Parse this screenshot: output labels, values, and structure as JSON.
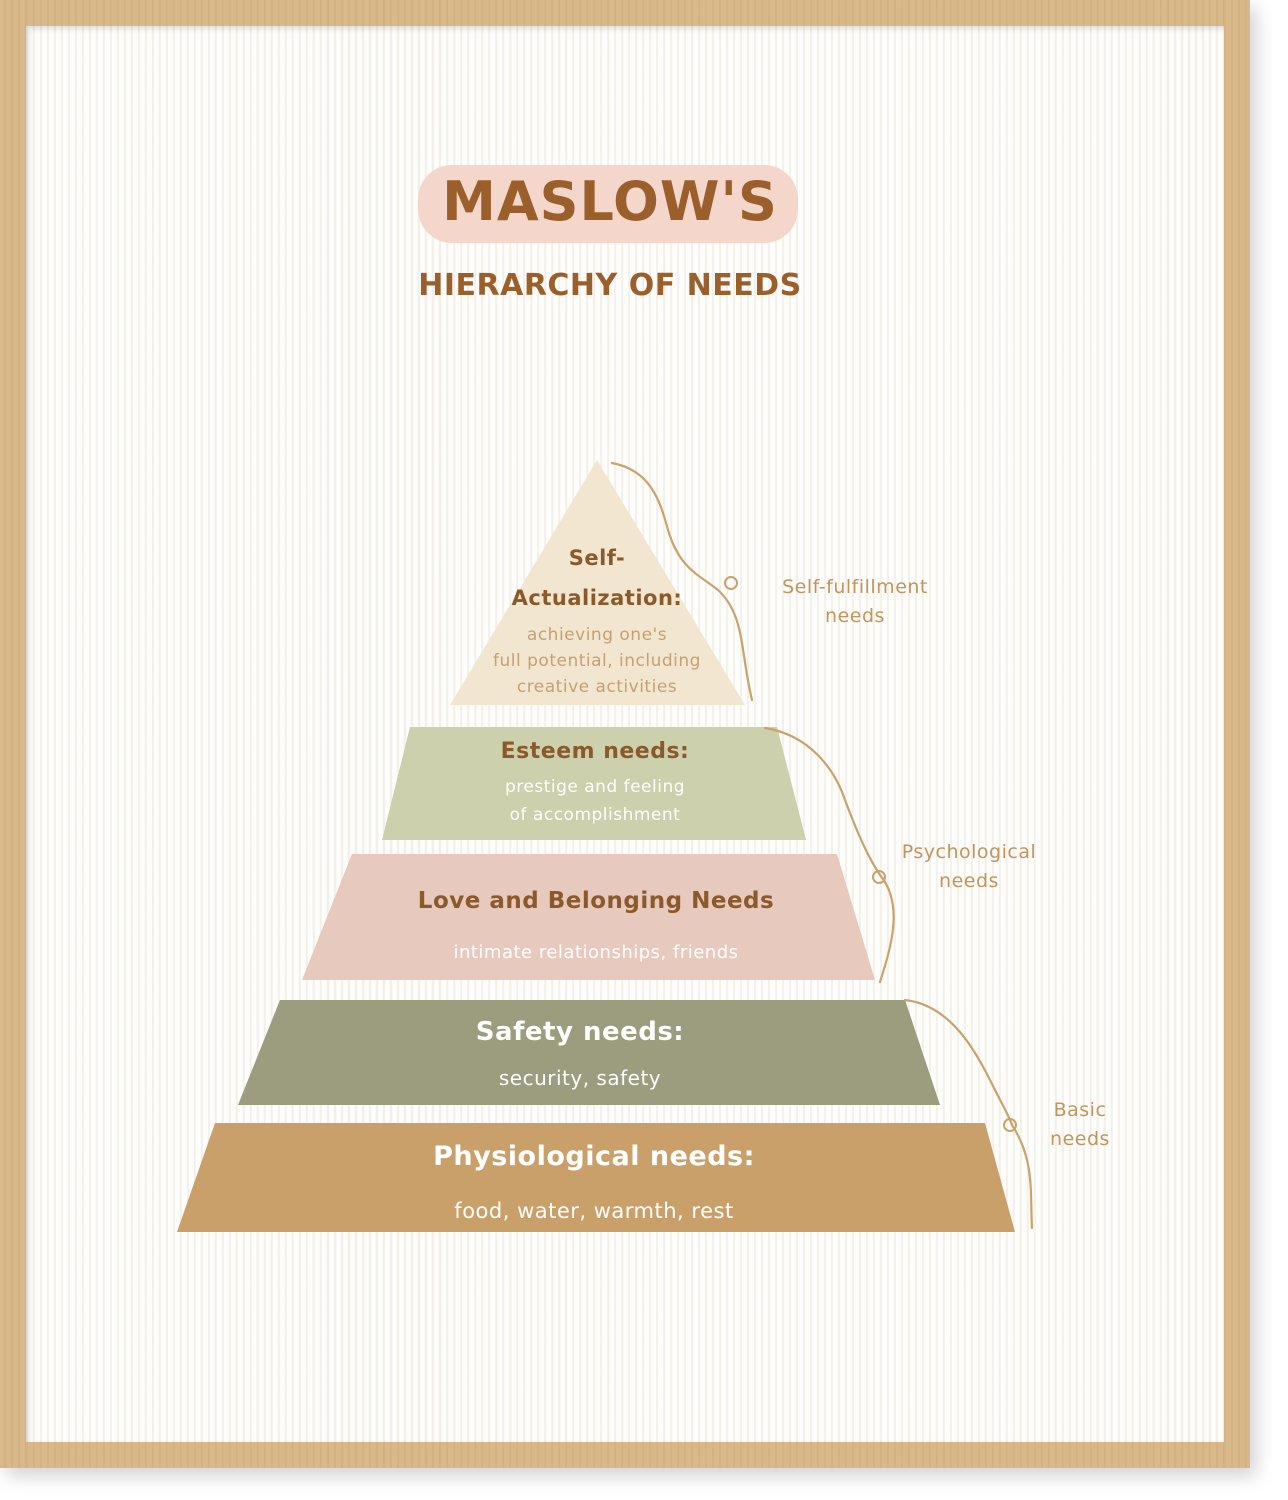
{
  "title": "MASLOW'S",
  "subtitle": "HIERARCHY OF NEEDS",
  "colors": {
    "frame": "#d9b98a",
    "title_pill": "#f4d6cb",
    "title_text": "#9a5f2a",
    "connector": "#c9a36a",
    "group_text": "#c2955a"
  },
  "levels": [
    {
      "heading_lines": [
        "Self-",
        "Actualization:"
      ],
      "description_lines": [
        "achieving one's",
        "full potential, including",
        "creative activities"
      ],
      "fill": "#f3e6d0",
      "heading_color": "#8a5a2b",
      "text_color": "#c4a173"
    },
    {
      "heading_lines": [
        "Esteem needs:"
      ],
      "description_lines": [
        "prestige and feeling",
        "of accomplishment"
      ],
      "fill": "#cdd0ac",
      "heading_color": "#8a5a2b",
      "text_color": "#ffffff"
    },
    {
      "heading_lines": [
        "Love and Belonging Needs"
      ],
      "description_lines": [
        "intimate relationships, friends"
      ],
      "fill": "#e8c9bd",
      "heading_color": "#8a5a2b",
      "text_color": "#ffffff"
    },
    {
      "heading_lines": [
        "Safety needs:"
      ],
      "description_lines": [
        "security, safety"
      ],
      "fill": "#9c9c7e",
      "heading_color": "#ffffff",
      "text_color": "#ffffff"
    },
    {
      "heading_lines": [
        "Physiological needs:"
      ],
      "description_lines": [
        "food, water, warmth, rest"
      ],
      "fill": "#c9a06a",
      "heading_color": "#ffffff",
      "text_color": "#ffffff"
    }
  ],
  "groups": [
    {
      "lines": [
        "Self-fulfillment",
        "needs"
      ]
    },
    {
      "lines": [
        "Psychological",
        "needs"
      ]
    },
    {
      "lines": [
        "Basic",
        "needs"
      ]
    }
  ]
}
